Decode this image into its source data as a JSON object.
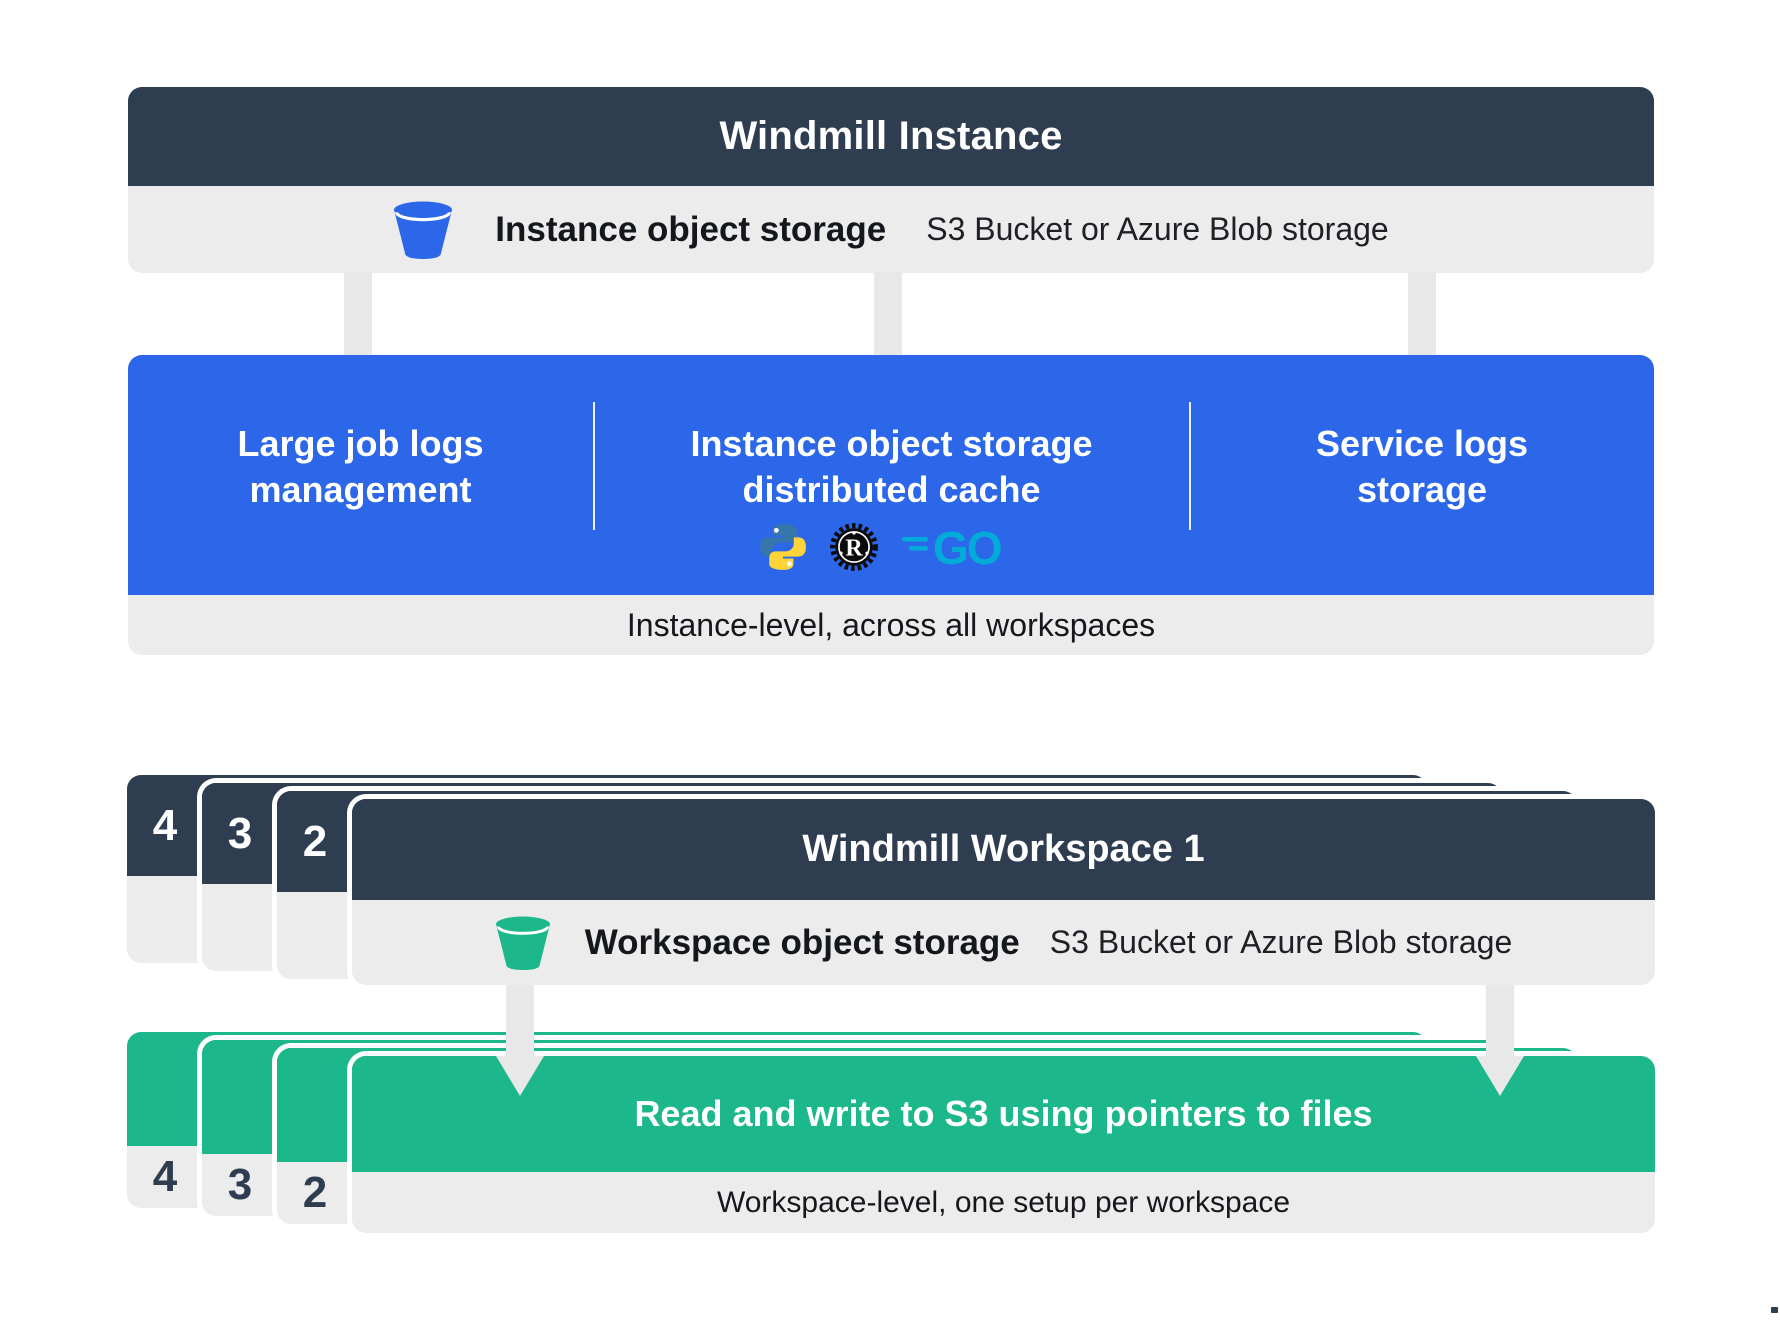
{
  "colors": {
    "navy": "#2e3d50",
    "blue": "#2b67e8",
    "green": "#1db78c",
    "panel": "#edecec",
    "arrow": "#e9e8e8",
    "go_cyan": "#00acd7",
    "python_blue": "#3776ab",
    "python_yellow": "#ffd43b"
  },
  "instance": {
    "title": "Windmill Instance",
    "storage_row": {
      "icon": "bucket-icon",
      "label": "Instance object storage",
      "detail": "S3 Bucket or Azure Blob storage"
    },
    "features": [
      {
        "lines": [
          "Large job logs",
          "management"
        ]
      },
      {
        "lines": [
          "Instance object storage",
          "distributed cache"
        ],
        "languages": [
          "python-icon",
          "rust-icon",
          "go-icon"
        ]
      },
      {
        "lines": [
          "Service logs",
          "storage"
        ]
      }
    ],
    "footer": "Instance-level, across all workspaces"
  },
  "workspace": {
    "stack_numbers": [
      "4",
      "3",
      "2"
    ],
    "title": "Windmill Workspace 1",
    "storage_row": {
      "icon": "bucket-icon",
      "label": "Workspace object storage",
      "detail": "S3 Bucket or Azure Blob storage"
    },
    "action": {
      "stack_numbers": [
        "4",
        "3",
        "2"
      ],
      "title": "Read and write to S3 using pointers to files",
      "footer": "Workspace-level, one setup per workspace"
    }
  }
}
